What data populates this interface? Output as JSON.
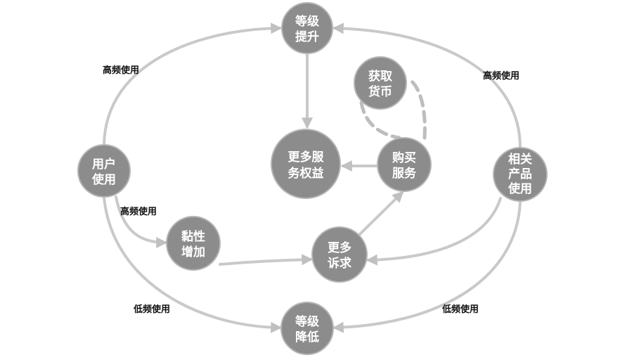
{
  "nodes": {
    "level_up": [
      "等级",
      "提升"
    ],
    "get_currency": [
      "获取",
      "货币"
    ],
    "more_benefits": [
      "更多服",
      "务权益"
    ],
    "buy_service": [
      "购买",
      "服务"
    ],
    "user_use": [
      "用户",
      "使用"
    ],
    "related_product": [
      "相关",
      "产品",
      "使用"
    ],
    "stickiness": [
      "黏性",
      "增加"
    ],
    "more_demand": [
      "更多",
      "诉求"
    ],
    "level_down": [
      "等级",
      "降低"
    ]
  },
  "edge_labels": {
    "top_left": "高频使用",
    "top_right": "高频使用",
    "mid_left": "高频使用",
    "bottom_left": "低频使用",
    "bottom_right": "低频使用"
  },
  "colors": {
    "node": "#8c8c8c",
    "edge": "#c9c9c9"
  }
}
